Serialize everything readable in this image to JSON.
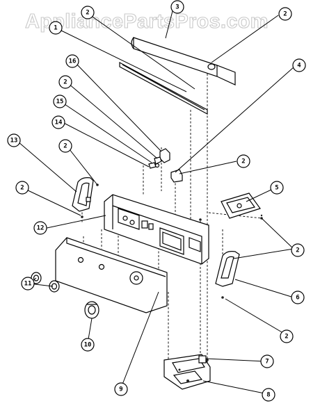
{
  "watermark": "AppliancePartsPros.com",
  "callouts": [
    {
      "id": "c1",
      "label": "1"
    },
    {
      "id": "c2a",
      "label": "2"
    },
    {
      "id": "c3",
      "label": "3"
    },
    {
      "id": "c2b",
      "label": "2"
    },
    {
      "id": "c4",
      "label": "4"
    },
    {
      "id": "c16",
      "label": "16"
    },
    {
      "id": "c2c",
      "label": "2"
    },
    {
      "id": "c15",
      "label": "15"
    },
    {
      "id": "c14",
      "label": "14"
    },
    {
      "id": "c13",
      "label": "13"
    },
    {
      "id": "c2d",
      "label": "2"
    },
    {
      "id": "c2e",
      "label": "2"
    },
    {
      "id": "c5",
      "label": "5"
    },
    {
      "id": "c2f",
      "label": "2"
    },
    {
      "id": "c12",
      "label": "12"
    },
    {
      "id": "c2g",
      "label": "2"
    },
    {
      "id": "c6",
      "label": "6"
    },
    {
      "id": "c11",
      "label": "11"
    },
    {
      "id": "c2h",
      "label": "2"
    },
    {
      "id": "c10",
      "label": "10"
    },
    {
      "id": "c7",
      "label": "7"
    },
    {
      "id": "c9",
      "label": "9"
    },
    {
      "id": "c8",
      "label": "8"
    }
  ]
}
